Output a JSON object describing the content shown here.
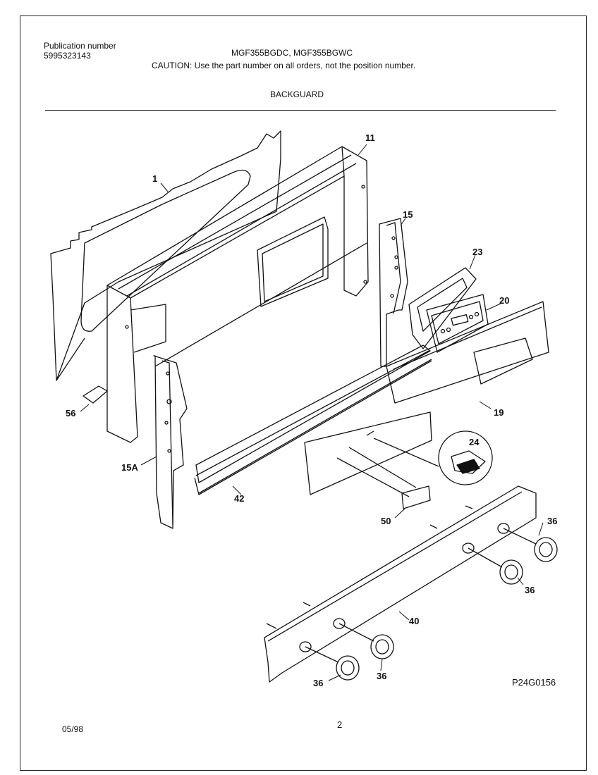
{
  "header": {
    "publication_label": "Publication number",
    "publication_number": "5995323143",
    "models": "MGF355BGDC, MGF355BGWC",
    "caution": "CAUTION:  Use the part number on all orders, not the position number.",
    "section_title": "BACKGUARD"
  },
  "callouts": {
    "c1": "1",
    "c11": "11",
    "c15": "15",
    "c15a": "15A",
    "c19": "19",
    "c20": "20",
    "c23": "23",
    "c24": "24",
    "c36a": "36",
    "c36b": "36",
    "c36c": "36",
    "c36d": "36",
    "c40": "40",
    "c42": "42",
    "c50": "50",
    "c56": "56"
  },
  "footer": {
    "figure_id": "P24G0156",
    "date": "05/98",
    "page": "2"
  }
}
